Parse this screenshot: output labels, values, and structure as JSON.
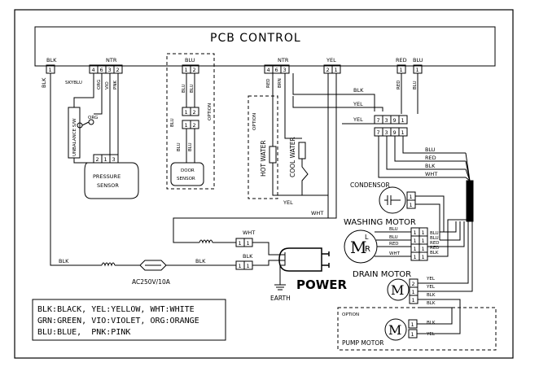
{
  "pcb": {
    "title": "PCB CONTROL"
  },
  "wires": {
    "blk": "BLK",
    "yel": "YEL",
    "wht": "WHT",
    "blu": "BLU",
    "red": "RED",
    "brn": "BRN",
    "ntr": "NTR",
    "orgLabel": "ORG",
    "skyblu": "SKYBLU",
    "org": "ORG",
    "vio": "VIO",
    "pnk": "PNK"
  },
  "option": "OPTION",
  "components": {
    "unbalance": "UNBALANCE S/W",
    "pressure1": "PRESSURE",
    "pressure2": "SENSOR",
    "door1": "DOOR",
    "door2": "SENSOR",
    "hotWater": "HOT WATER",
    "coolWater": "COOL WATER",
    "condensor": "CONDENSOR",
    "washingMotor": "WASHING MOTOR",
    "drainMotor": "DRAIN MOTOR",
    "pumpMotor": "PUMP MOTOR",
    "fuse": "AC250V/10A",
    "power": "POWER",
    "earth": "EARTH",
    "motorM": "M",
    "motorR": "R",
    "motorL": "L"
  },
  "legend": [
    "BLK:BLACK, YEL:YELLOW, WHT:WHITE",
    "GRN:GREEN, VIO:VIOLET, ORG:ORANGE",
    "BLU:BLUE,  PNK:PINK"
  ],
  "pins": {
    "one": "1",
    "two": "2",
    "three": "3",
    "four": "4",
    "six": "6",
    "seven": "7",
    "nine": "9"
  }
}
